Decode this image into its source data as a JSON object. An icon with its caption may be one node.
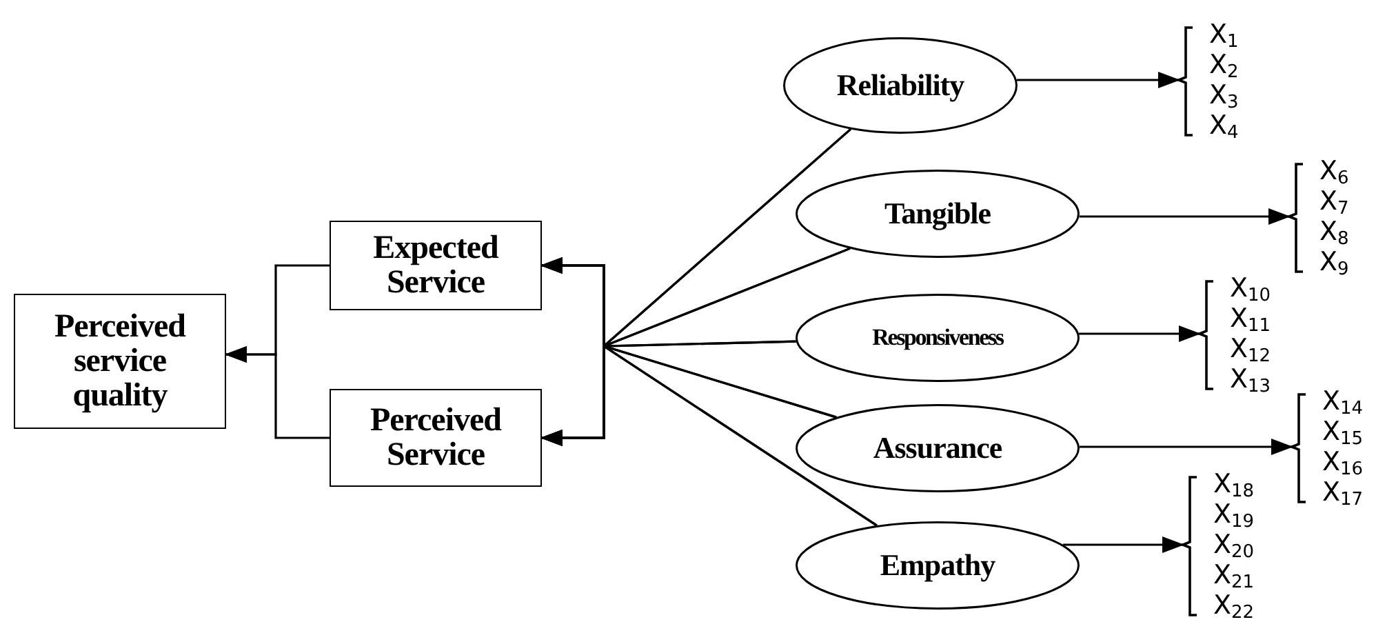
{
  "diagram": {
    "nodes": [
      {
        "text": [
          "Perceived service quality"
        ]
      },
      {
        "text": [
          "Expected Service"
        ]
      },
      {
        "text": [
          "Perceived Service"
        ]
      },
      {
        "text": [
          "Reliability"
        ]
      },
      {
        "text": [
          "Tangible"
        ]
      },
      {
        "text": [
          "Responsiveness"
        ]
      },
      {
        "text": [
          "Assurance"
        ]
      },
      {
        "text": [
          "Empathy"
        ]
      },
      {
        "text": [
          "X$_{1}$",
          "X$_{2}$",
          "X$_{3}$",
          "X$_{4}$"
        ]
      },
      {
        "text": [
          "X$_{6}$",
          "X$_{7}$",
          "X$_{8}$",
          "X$_{9}$"
        ]
      },
      {
        "text": [
          "X$_{10}$",
          "X$_{11}$",
          "X$_{12}$",
          "X$_{13}$"
        ]
      },
      {
        "text": [
          "X$_{14}$",
          "X$_{15}$",
          "X$_{16}$",
          "X$_{17}$"
        ]
      },
      {
        "text": [
          "X$_{18}$",
          "X$_{19}$",
          "X$_{20}$",
          "X$_{21}$",
          "X$_{22}$"
        ]
      }
    ],
    "edges": [
      {
        "from": 1,
        "to": 0,
        "arrow": "to"
      },
      {
        "from": 2,
        "to": 0,
        "arrow": "to"
      },
      {
        "from": 3,
        "to": 1,
        "arrow": "to"
      },
      {
        "from": 4,
        "to": 1,
        "arrow": "to"
      },
      {
        "from": 5,
        "to": 1,
        "arrow": "to"
      },
      {
        "from": 6,
        "to": 1,
        "arrow": "to"
      },
      {
        "from": 7,
        "to": 1,
        "arrow": "to"
      },
      {
        "from": 3,
        "to": 2,
        "arrow": "to"
      },
      {
        "from": 4,
        "to": 2,
        "arrow": "to"
      },
      {
        "from": 5,
        "to": 2,
        "arrow": "to"
      },
      {
        "from": 6,
        "to": 2,
        "arrow": "to"
      },
      {
        "from": 7,
        "to": 2,
        "arrow": "to"
      },
      {
        "from": 3,
        "to": 8,
        "arrow": "to"
      },
      {
        "from": 4,
        "to": 9,
        "arrow": "to"
      },
      {
        "from": 5,
        "to": 10,
        "arrow": "to"
      },
      {
        "from": 6,
        "to": 11,
        "arrow": "to"
      },
      {
        "from": 7,
        "to": 12,
        "arrow": "to"
      }
    ]
  }
}
